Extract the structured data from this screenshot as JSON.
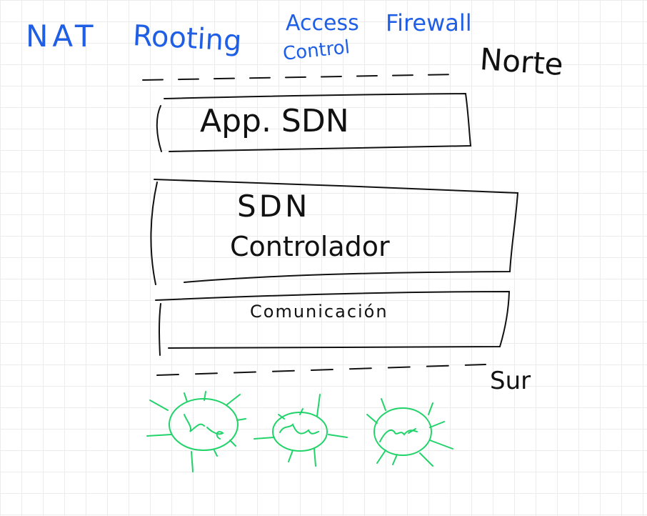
{
  "north_apps": [
    "NAT",
    "Rooting",
    "Access",
    "Control",
    "Firewall"
  ],
  "north_label": "Norte",
  "south_label": "Sur",
  "layers": {
    "app": "App. SDN",
    "controller_line1": "SDN",
    "controller_line2": "Controlador",
    "communication": "Comunicación"
  },
  "colors": {
    "ink_blue": "#1f5fe6",
    "ink_black": "#111111",
    "ink_green": "#22d36b",
    "grid": "#ececec"
  },
  "device_icons": [
    "switch-icon",
    "switch-icon",
    "switch-icon"
  ]
}
